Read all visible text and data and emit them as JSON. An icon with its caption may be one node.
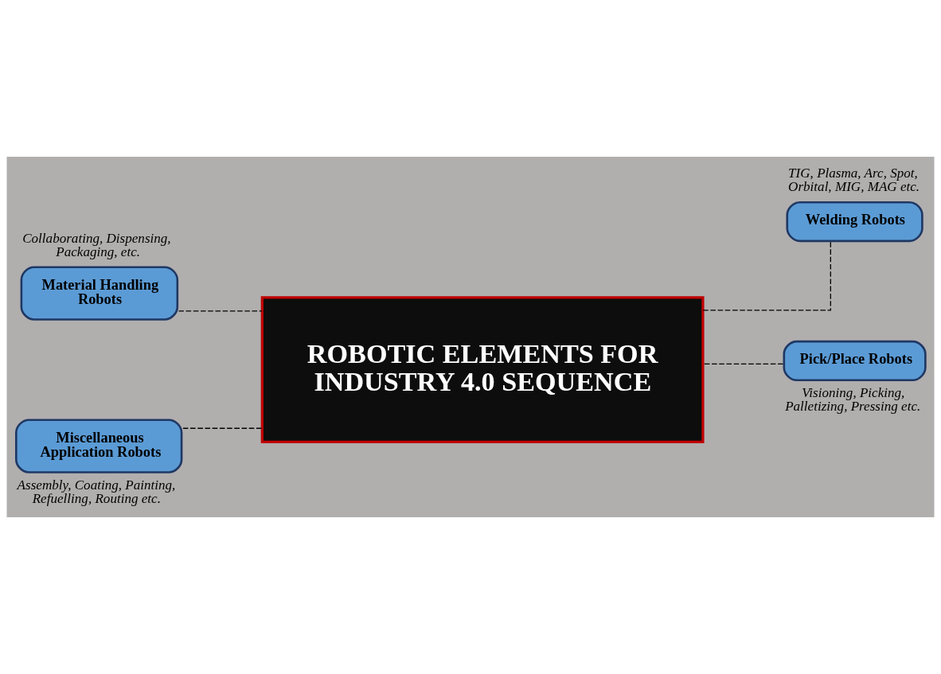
{
  "diagram": {
    "nodes": [
      {
        "text": [
          "Material Handling Robots"
        ],
        "beside": [
          "Collaborating, Dispensing, Packaging, etc."
        ]
      },
      {
        "text": [
          "Welding Robots"
        ],
        "beside": [
          "TIG, Plasma, Arc, Spot, Orbital, MIG, MAG etc."
        ]
      },
      {
        "text": [
          "ROBOTIC ELEMENTS FOR INDUSTRY 4.0 SEQUENCE"
        ]
      },
      {
        "text": [
          "Miscellaneous Application Robots"
        ],
        "beside": [
          "Assembly, Coating, Painting, Refuelling, Routing etc."
        ]
      },
      {
        "text": [
          "Pick/Place Robots"
        ],
        "beside": [
          "Visioning, Picking, Palletizing, Pressing etc."
        ]
      }
    ],
    "edges": [
      {
        "from": 0,
        "to": 2,
        "arrow": "none",
        "style": "dashed"
      },
      {
        "from": 1,
        "to": 2,
        "arrow": "none",
        "style": "dashed"
      },
      {
        "from": 3,
        "to": 2,
        "arrow": "none",
        "style": "dashed"
      },
      {
        "from": 4,
        "to": 2,
        "arrow": "none",
        "style": "dashed"
      }
    ]
  }
}
